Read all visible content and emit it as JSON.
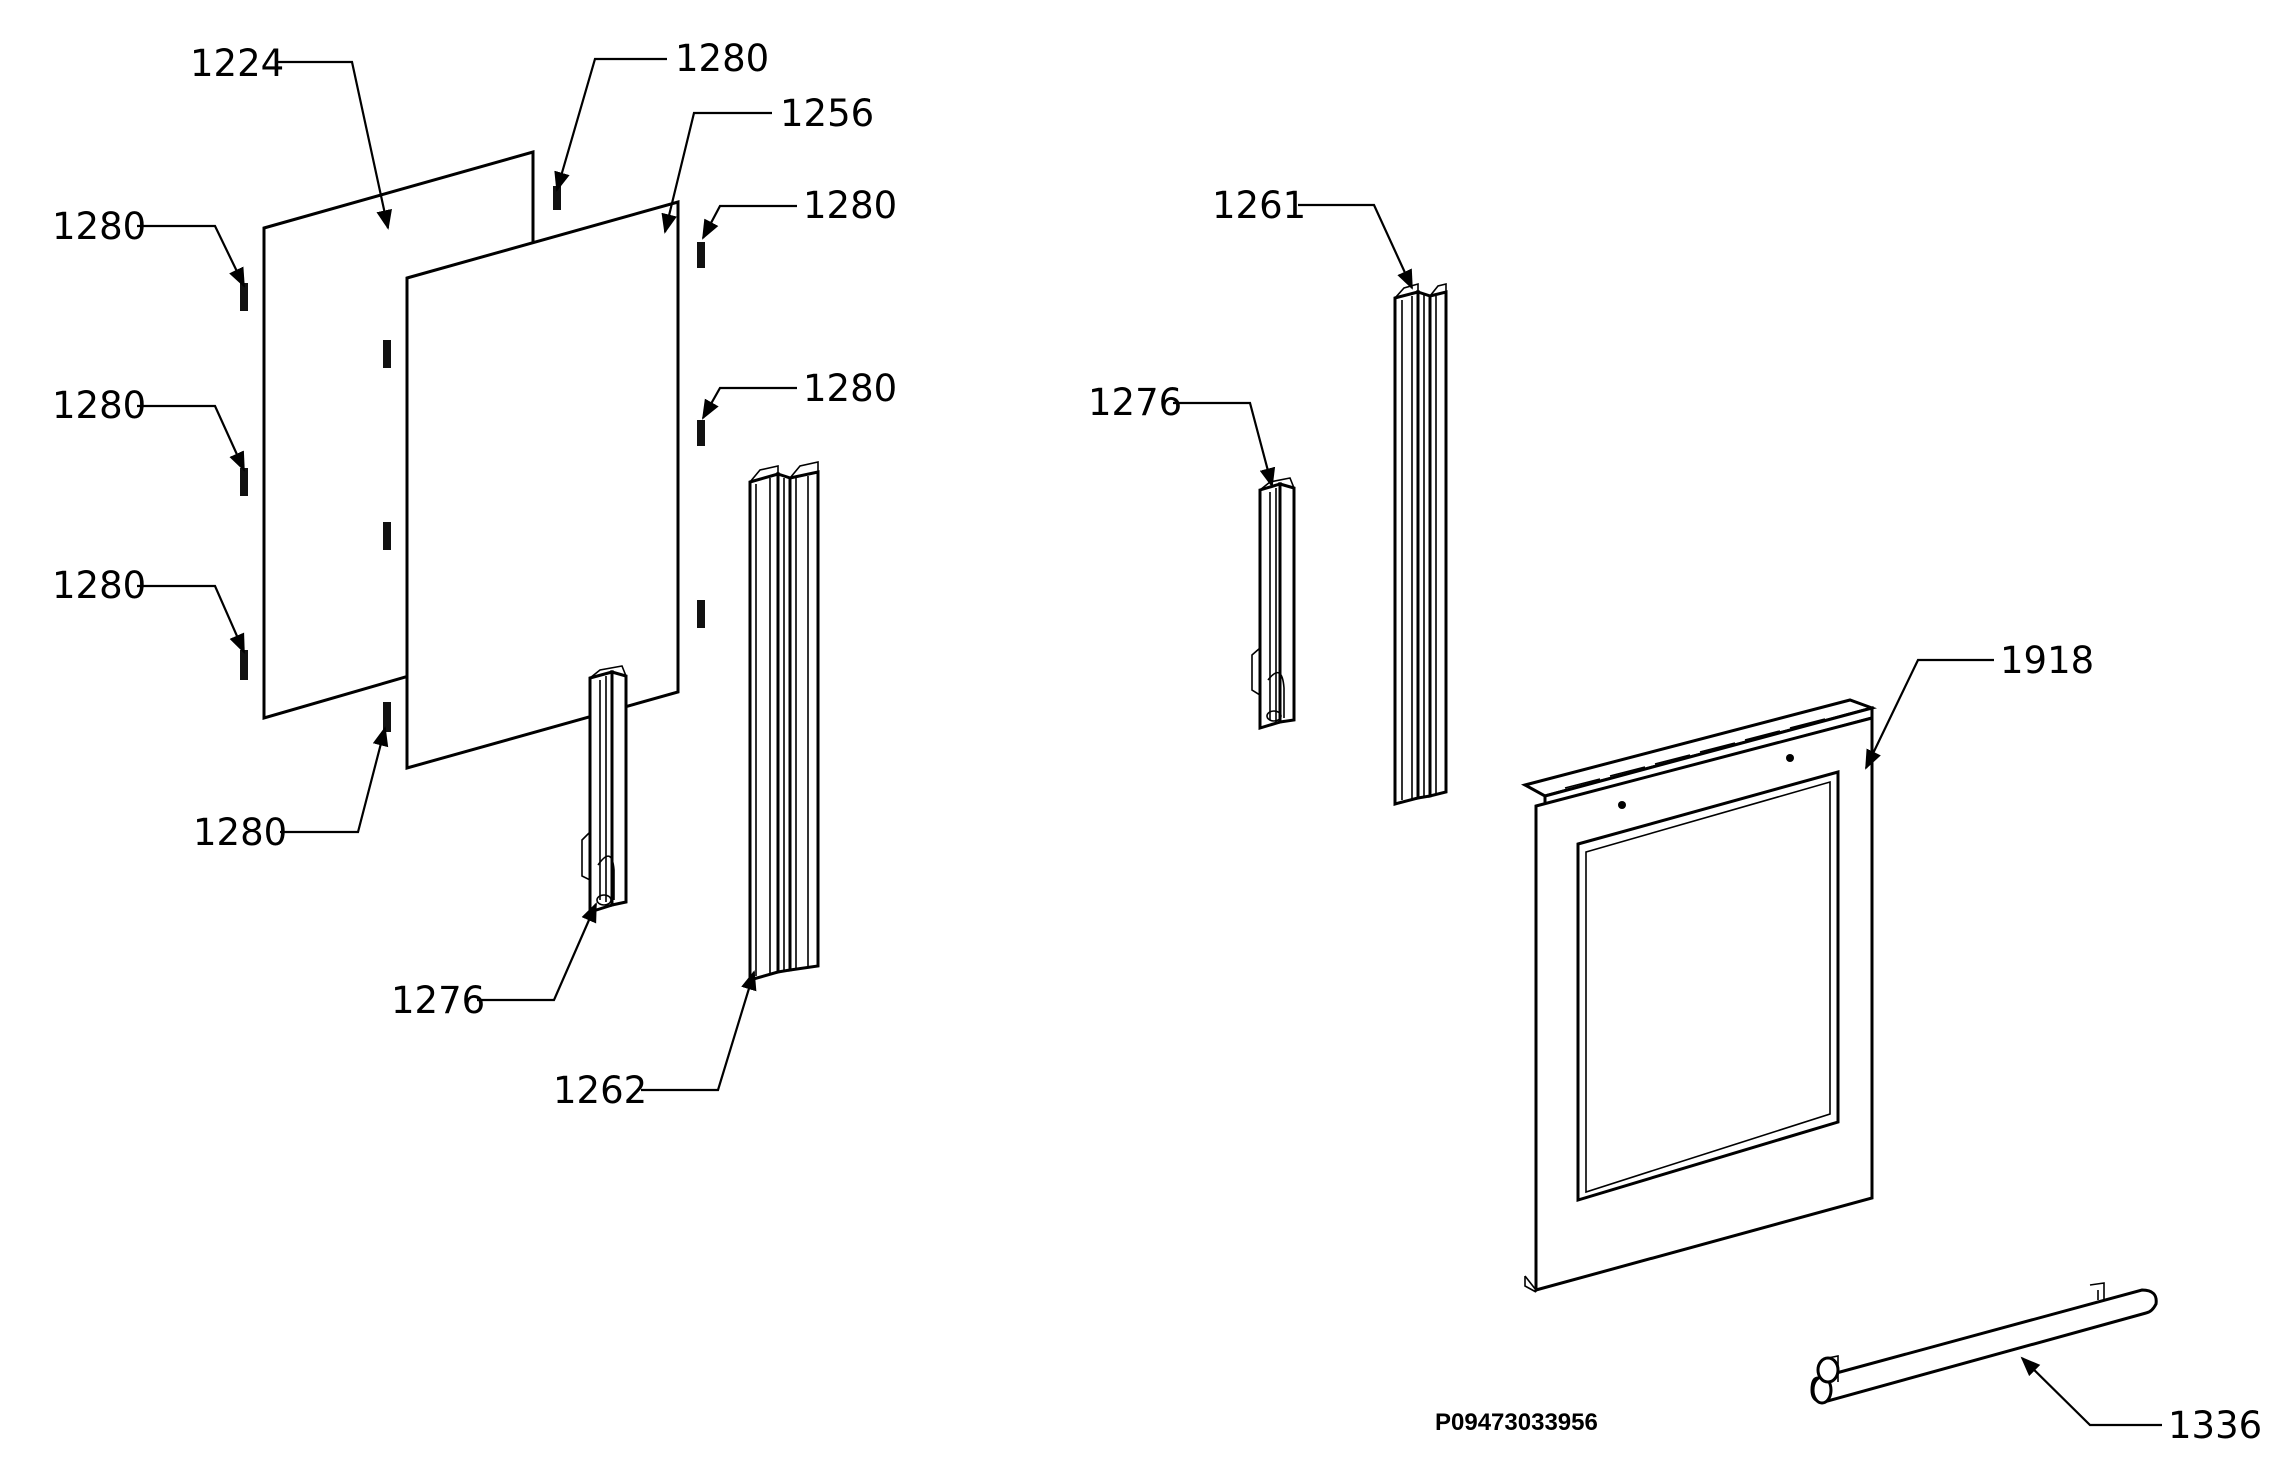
{
  "drawing_code": "P09473033956",
  "callouts": [
    {
      "id": "1224",
      "text": "1224"
    },
    {
      "id": "1280",
      "text": "1280"
    },
    {
      "id": "1256",
      "text": "1256"
    },
    {
      "id": "1276",
      "text": "1276"
    },
    {
      "id": "1262",
      "text": "1262"
    },
    {
      "id": "1261",
      "text": "1261"
    },
    {
      "id": "1918",
      "text": "1918"
    },
    {
      "id": "1336",
      "text": "1336"
    }
  ]
}
